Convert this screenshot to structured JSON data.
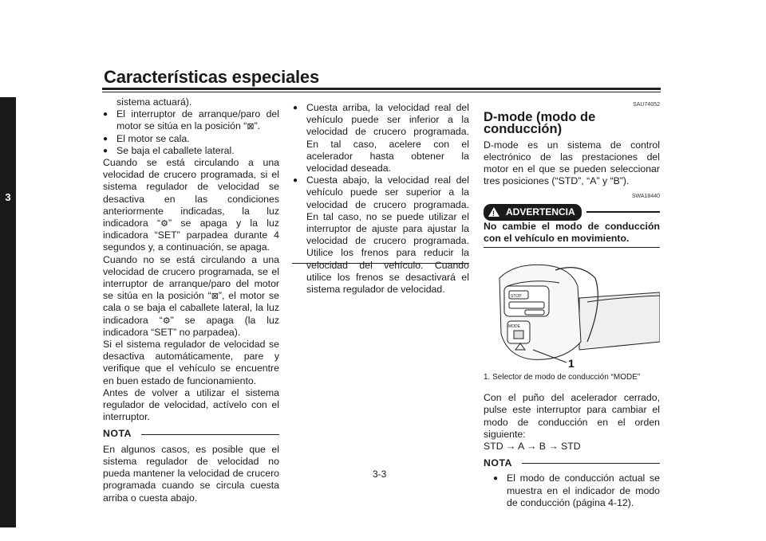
{
  "header": {
    "title": "Características especiales"
  },
  "side_tab": {
    "number": "3"
  },
  "page_number": "3-3",
  "col1": {
    "cont_line": "sistema actuará).",
    "bullets": [
      {
        "pre": "El interruptor de arranque/paro del motor se sitúa en la posición “",
        "post": "”."
      },
      {
        "text": "El motor se cala."
      },
      {
        "text": "Se baja el caballete lateral."
      }
    ],
    "para1_a": "Cuando se está circulando a una velocidad de crucero programada, si el sistema regulador de velocidad se desactiva en las condiciones anteriormente indicadas, la luz indicadora “",
    "para1_b": "” se apaga y la luz indicadora “SET” parpadea durante 4 segundos y, a continuación, se apaga.",
    "para2_a": "Cuando no se está circulando a una velocidad de crucero programada, se el interruptor de arranque/paro del motor se sitúa en la posición “",
    "para2_b": "”, el motor se cala o se baja el caballete lateral, la luz indicadora “",
    "para2_c": "” se apaga (la luz indicadora “SET” no parpadea).",
    "para3": "Si el sistema regulador de velocidad se desactiva automáticamente, pare y verifique que el vehículo se encuentre en buen estado de funcionamiento.",
    "para4": "Antes de volver a utilizar el sistema regulador de velocidad, actívelo con el interruptor.",
    "note_label": "NOTA",
    "note_text": "En algunos casos, es posible que el sistema regulador de velocidad no pueda mantener la velocidad de crucero programada cuando se circula cuesta arriba o cuesta abajo."
  },
  "col2": {
    "bullets": [
      "Cuesta arriba, la velocidad real del vehículo puede ser inferior a la velocidad de crucero programada. En tal caso, acelere con el acelerador hasta obtener la velocidad deseada.",
      "Cuesta abajo, la velocidad real del vehículo puede ser superior a la velocidad de crucero programada. En tal caso, no se puede utilizar el interruptor de ajuste para ajustar la velocidad de crucero programada. Utilice los frenos para reducir la velocidad del vehículo. Cuando utilice los frenos se desactivará el sistema regulador de velocidad."
    ]
  },
  "col3": {
    "code1": "SAU74052",
    "heading": "D-mode (modo de conducción)",
    "intro": "D-mode es un sistema de control electrónico de las prestaciones del motor en el que se pueden seleccionar tres posiciones (“STD”, “A” y “B”).",
    "code2": "SWA18440",
    "warning_label": "ADVERTENCIA",
    "warning_text": "No cambie el modo de conducción con el vehículo en movimiento.",
    "figure": {
      "callout": "1",
      "mode_label": "MODE",
      "switch_label": "STOP"
    },
    "caption": "1.  Selector de modo de conducción “MODE”",
    "para1": "Con el puño del acelerador cerrado, pulse este interruptor para cambiar el modo de conducción en el orden siguiente:",
    "sequence": "STD → A → B → STD",
    "note_label": "NOTA",
    "note_bullet": "El modo de conducción actual se muestra en el indicador de modo de conducción (página 4-12)."
  },
  "icons": {
    "stop": "stop-switch-icon",
    "cruise": "cruise-indicator-icon"
  }
}
